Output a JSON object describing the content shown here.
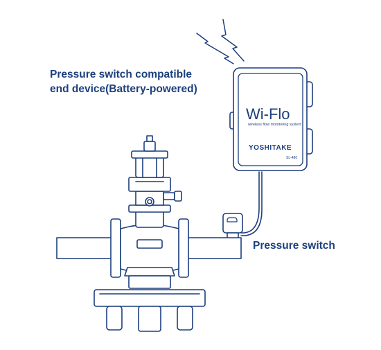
{
  "labels": {
    "device_line1": "Pressure switch compatible",
    "device_line2": "end device(Battery-powered)",
    "pressure_switch": "Pressure switch"
  },
  "device": {
    "brand": "Wi-Flo",
    "tagline": "wireless flow monitoring system",
    "maker": "YOSHITAKE",
    "model": "SL-480"
  },
  "colors": {
    "line": "#1c3f7d",
    "fill": "#ffffff",
    "text": "#1c3f7d"
  }
}
